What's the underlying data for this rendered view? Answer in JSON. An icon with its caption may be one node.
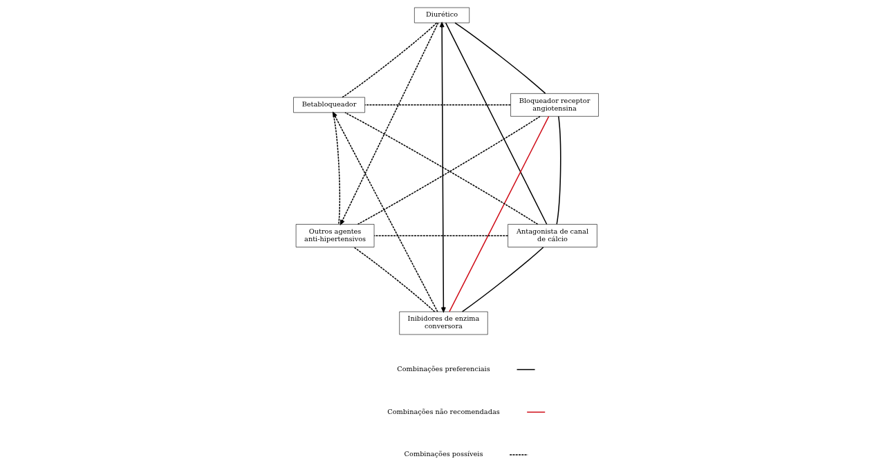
{
  "diagram": {
    "nodes": [
      {
        "text": [
          "Diurético"
        ]
      },
      {
        "text": [
          "Betabloqueador"
        ]
      },
      {
        "text": [
          "Bloqueador receptor angiotensina"
        ]
      },
      {
        "text": [
          "Outros agentes anti-hipertensivos"
        ]
      },
      {
        "text": [
          "Antagonista de canal de cálcio"
        ]
      },
      {
        "text": [
          "Inibidores de enzima conversora"
        ]
      }
    ],
    "edges": [
      {
        "from": 0,
        "to": 2,
        "arrow": "none"
      },
      {
        "from": 0,
        "to": 5,
        "arrow": "both"
      },
      {
        "from": 0,
        "to": 4,
        "arrow": "none"
      },
      {
        "from": 2,
        "to": 4,
        "arrow": "none"
      },
      {
        "from": 4,
        "to": 5,
        "arrow": "none"
      },
      {
        "from": 2,
        "to": 5,
        "arrow": "none",
        "color": "#d0101b"
      },
      {
        "from": 0,
        "to": 1,
        "arrow": "none",
        "style": "dashed"
      },
      {
        "from": 2,
        "to": 1,
        "arrow": "none",
        "style": "dashed"
      },
      {
        "from": 1,
        "to": 3,
        "arrow": "none",
        "style": "dashed"
      },
      {
        "from": 4,
        "to": 1,
        "arrow": "none",
        "style": "dashed"
      },
      {
        "from": 5,
        "to": 1,
        "arrow": "to",
        "style": "dashed"
      },
      {
        "from": 0,
        "to": 3,
        "arrow": "to",
        "style": "dashed"
      },
      {
        "from": 2,
        "to": 3,
        "arrow": "none",
        "style": "dashed"
      },
      {
        "from": 4,
        "to": 3,
        "arrow": "none",
        "style": "dashed"
      },
      {
        "from": 5,
        "to": 3,
        "arrow": "none",
        "style": "dashed"
      }
    ],
    "legend": [
      {
        "text": "Combinações preferenciais"
      },
      {
        "text": "Combinações não recomendadas"
      },
      {
        "text": "Combinações possíveis"
      }
    ]
  }
}
